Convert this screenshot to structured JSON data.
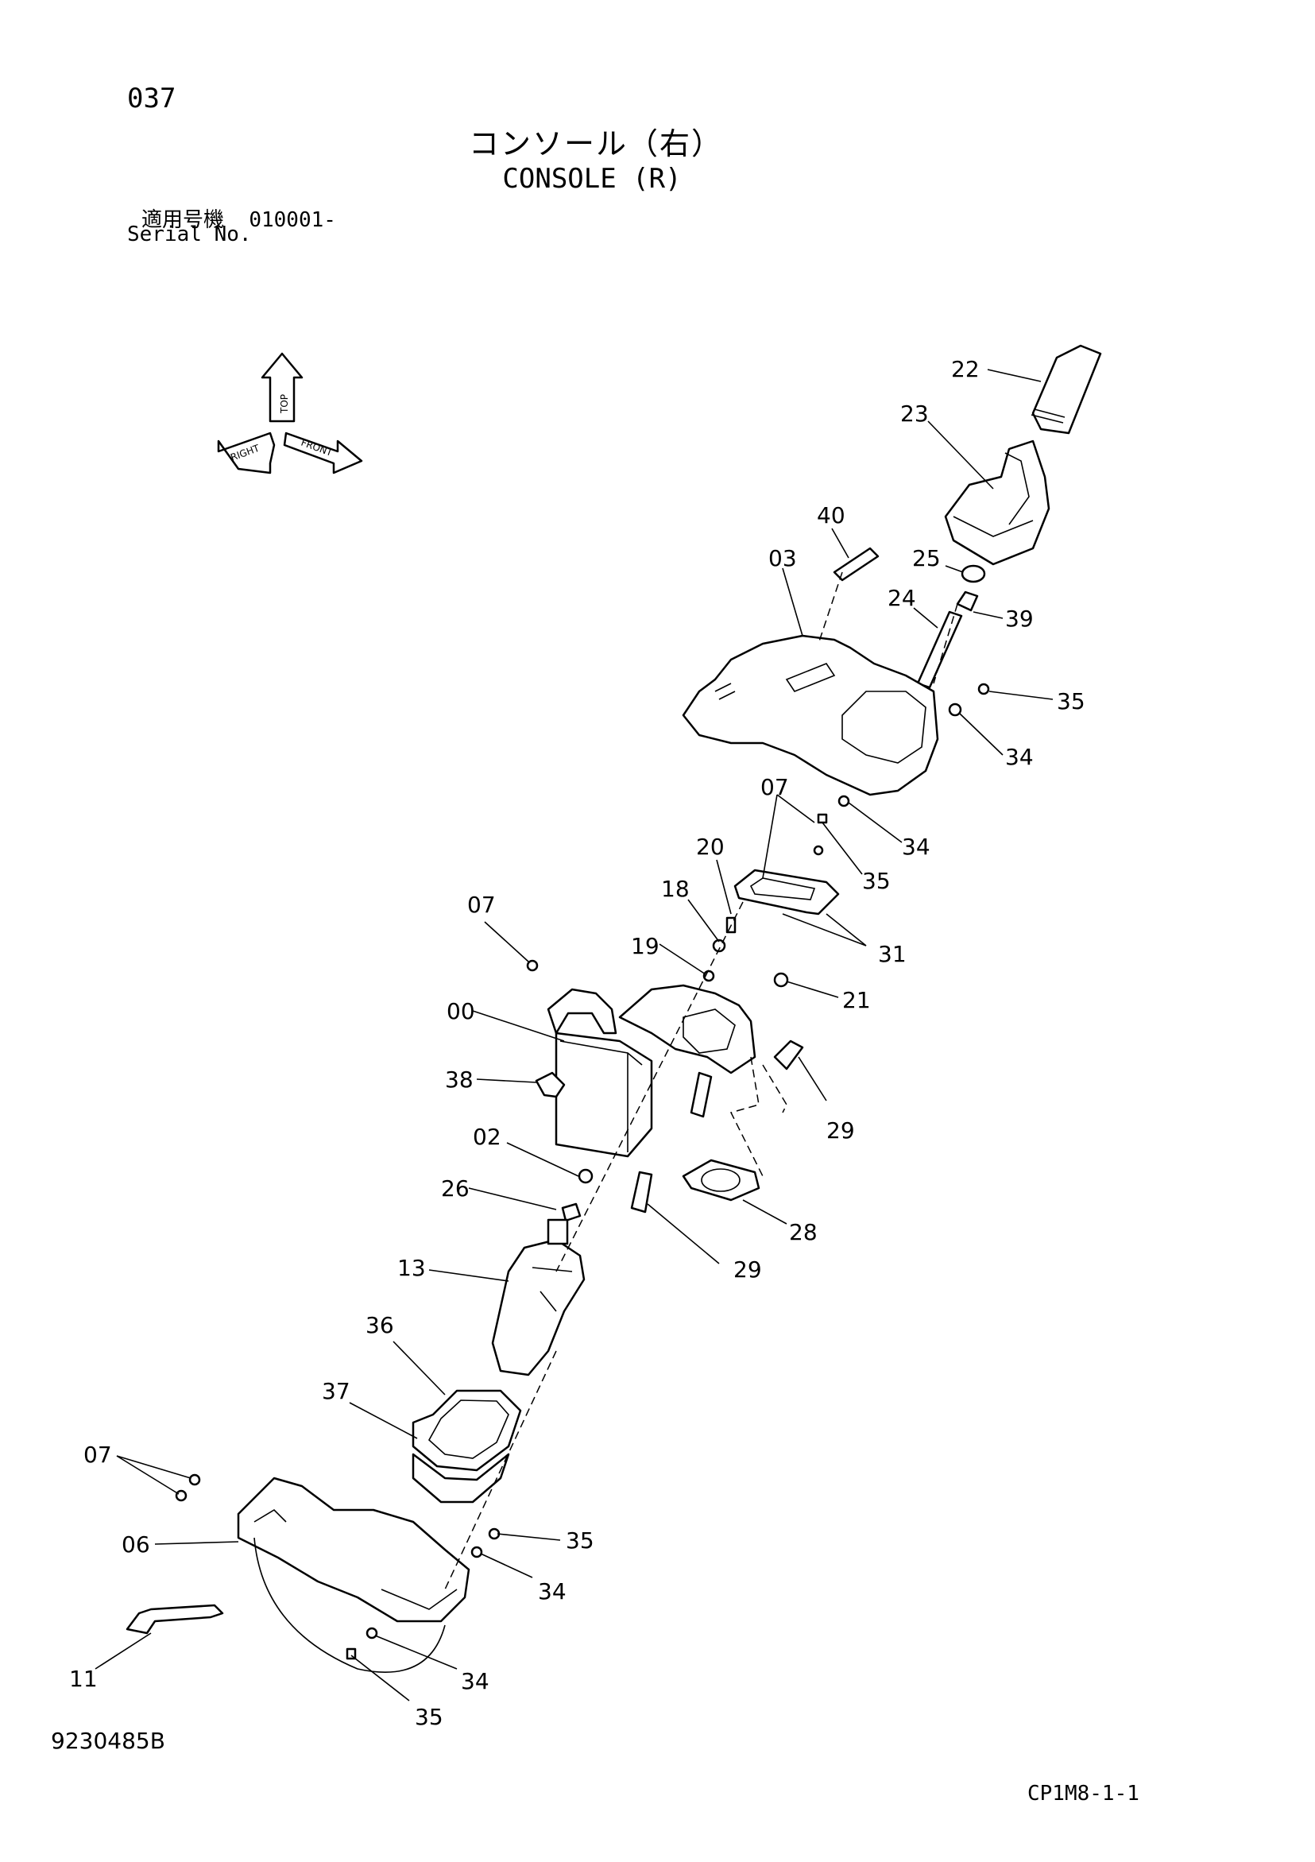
{
  "header": {
    "page_number": "037",
    "title_jp": "コンソール（右）",
    "title_en": "CONSOLE (R)",
    "serial_label_jp": "適用号機",
    "serial_value": "010001-",
    "serial_label_en": "Serial No."
  },
  "orientation_indicator": {
    "labels": [
      "TOP",
      "FRONT",
      "RIGHT"
    ]
  },
  "callouts": [
    {
      "id": "c22",
      "text": "22"
    },
    {
      "id": "c23",
      "text": "23"
    },
    {
      "id": "c40",
      "text": "40"
    },
    {
      "id": "c03",
      "text": "03"
    },
    {
      "id": "c25",
      "text": "25"
    },
    {
      "id": "c24",
      "text": "24"
    },
    {
      "id": "c39",
      "text": "39"
    },
    {
      "id": "c35a",
      "text": "35"
    },
    {
      "id": "c34a",
      "text": "34"
    },
    {
      "id": "c07a",
      "text": "07"
    },
    {
      "id": "c34b",
      "text": "34"
    },
    {
      "id": "c20",
      "text": "20"
    },
    {
      "id": "c35b",
      "text": "35"
    },
    {
      "id": "c18",
      "text": "18"
    },
    {
      "id": "c07b",
      "text": "07"
    },
    {
      "id": "c19",
      "text": "19"
    },
    {
      "id": "c31",
      "text": "31"
    },
    {
      "id": "c21",
      "text": "21"
    },
    {
      "id": "c00",
      "text": "00"
    },
    {
      "id": "c38",
      "text": "38"
    },
    {
      "id": "c29a",
      "text": "29"
    },
    {
      "id": "c02",
      "text": "02"
    },
    {
      "id": "c26",
      "text": "26"
    },
    {
      "id": "c28",
      "text": "28"
    },
    {
      "id": "c29b",
      "text": "29"
    },
    {
      "id": "c13",
      "text": "13"
    },
    {
      "id": "c36",
      "text": "36"
    },
    {
      "id": "c37",
      "text": "37"
    },
    {
      "id": "c07c",
      "text": "07"
    },
    {
      "id": "c35c",
      "text": "35"
    },
    {
      "id": "c06",
      "text": "06"
    },
    {
      "id": "c34c",
      "text": "34"
    },
    {
      "id": "c11",
      "text": "11"
    },
    {
      "id": "c34d",
      "text": "34"
    },
    {
      "id": "c35d",
      "text": "35"
    }
  ],
  "footer": {
    "drawing_number": "9230485B",
    "page_code": "CP1M8-1-1"
  }
}
